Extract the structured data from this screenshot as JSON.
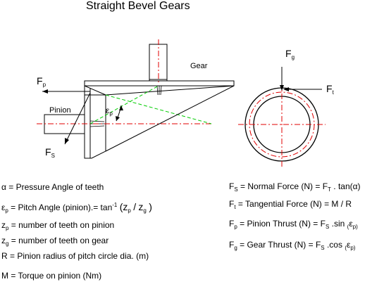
{
  "title": "Straight Bevel Gears",
  "labels": {
    "gear": "Gear",
    "pinion": "Pinion",
    "fp_main": "F",
    "fp_sub": "p",
    "fs_main": "F",
    "fs_sub": "S",
    "fg_main": "F",
    "fg_sub": "g",
    "ft_main": "F",
    "ft_sub": "t",
    "ep_main": "ε",
    "ep_sub": "p"
  },
  "legend_left": {
    "alpha_sym": "α",
    "alpha_text": " = Pressure Angle of teeth",
    "eps_sym": "ε",
    "eps_sub": "p",
    "eps_text": " = Pitch Angle (pinion).= tan",
    "eps_sup": "-1",
    "eps_paren_open": "(",
    "eps_z1": "z",
    "eps_z1_sub": "p",
    "eps_slash": "/",
    "eps_z2": "z",
    "eps_z2_sub": "g",
    "eps_paren_close": ")",
    "zp_main": "z",
    "zp_sub": "p",
    "zp_text": " = number of teeth on pinion",
    "zg_main": "z",
    "zg_sub": "g",
    "zg_text": " = number of teeth on gear",
    "r_text": "R = Pinion radius of pitch circle dia. (m)",
    "m_text": "M = Torque on pinion  (Nm)"
  },
  "legend_right": {
    "fs_main": "F",
    "fs_sub": "S",
    "fs_text": " = Normal  Force  (N)  = F",
    "fs_t_sub": "T",
    "fs_tail": " . tan(α)",
    "ft_main": "F",
    "ft_sub": "t",
    "ft_text": " = Tangential Force  (N) = M / R",
    "fp_main": "F",
    "fp_sub": "p",
    "fp_text": " = Pinion Thrust (N) = F",
    "fp_s_sub": "S",
    "fp_tail": " .sin",
    "fp_paren_open": "(",
    "fp_eps": "ε",
    "fp_eps_sub": "p",
    "fp_paren_close": ")",
    "fg_main": "F",
    "fg_sub": "g",
    "fg_text": " = Gear Thrust (N) = F",
    "fg_s_sub": "S",
    "fg_tail": " .cos",
    "fg_paren_open": "(",
    "fg_eps": "ε",
    "fg_eps_sub": "p",
    "fg_paren_close": ")"
  },
  "colors": {
    "centerline": "#e00000",
    "pitchline": "#00cc00",
    "outline": "#000000"
  }
}
